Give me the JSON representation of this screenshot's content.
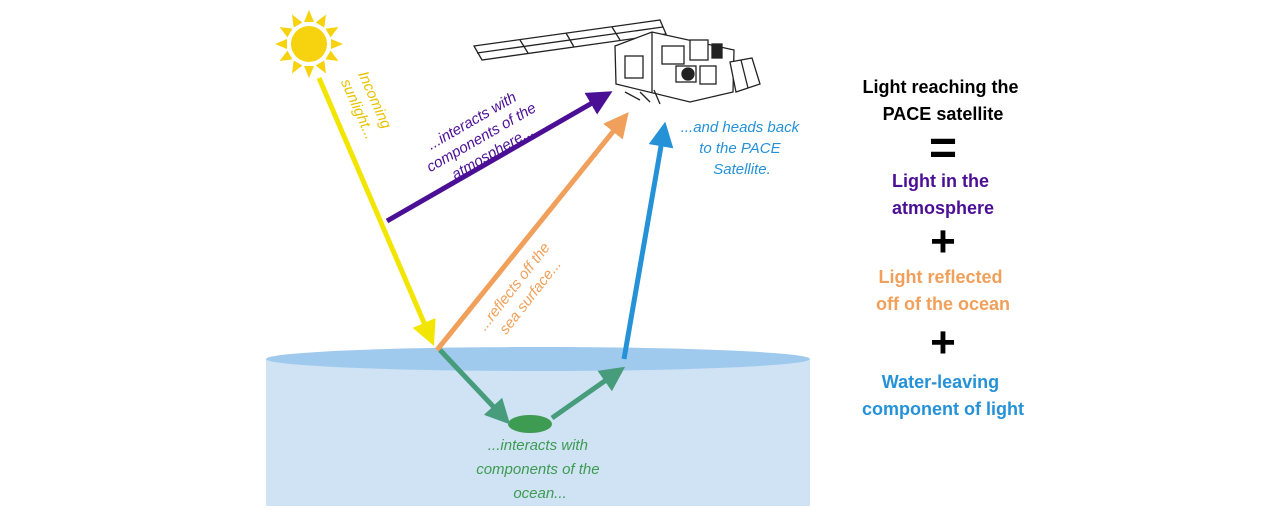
{
  "colors": {
    "sunlight": "#f2e600",
    "atmosphere": "#4b0f96",
    "surface": "#f0a05a",
    "water_leaving": "#2592d8",
    "ocean_path": "#479c7c",
    "ocean_text": "#3d9b52",
    "sun": "#f7d20e",
    "water_top": "#9fcaee",
    "water_body": "#cfe3f4",
    "sun_label": "#e8c300"
  },
  "icons": {
    "sun": "sun-icon",
    "satellite": "satellite-icon"
  },
  "labels": {
    "sunlight": [
      "Incoming",
      "sunlight..."
    ],
    "atmosphere": [
      "...interacts with",
      "components of the",
      "atmosphere..."
    ],
    "surface": [
      "...reflects off the",
      "sea surface..."
    ],
    "heads_back": [
      "...and heads back",
      "to the PACE",
      "Satellite."
    ],
    "ocean": [
      "...interacts with",
      "components of the",
      "ocean..."
    ]
  },
  "equation": {
    "lhs": [
      "Light reaching the",
      "PACE satellite"
    ],
    "equals": "=",
    "term1": [
      "Light in the",
      "atmosphere"
    ],
    "plus1": "+",
    "term2": [
      "Light reflected",
      "off of the ocean"
    ],
    "plus2": "+",
    "term3": [
      "Water-leaving",
      "component of light"
    ]
  }
}
